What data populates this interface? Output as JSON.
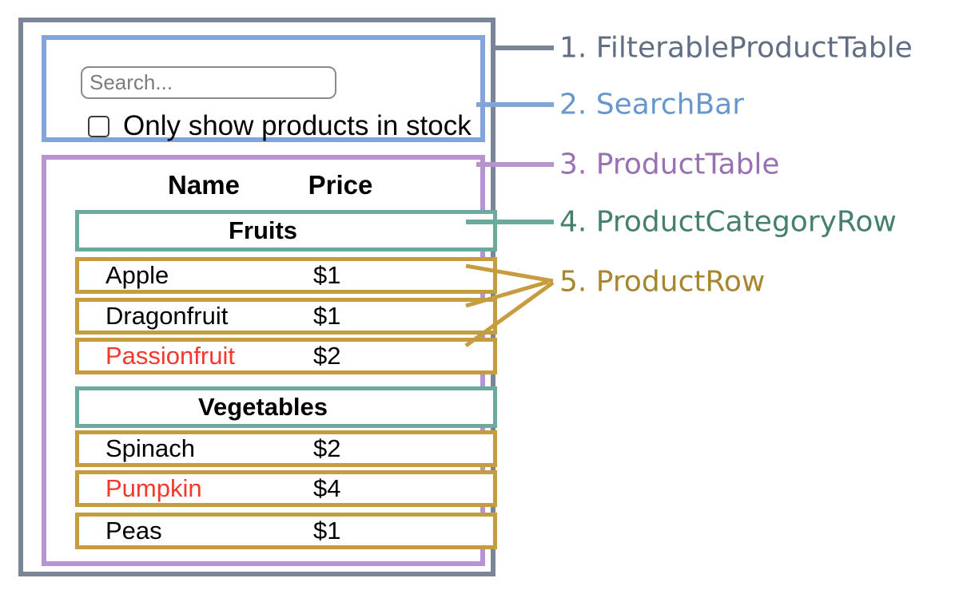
{
  "figure": {
    "description": "React component hierarchy diagram of a filterable product table mock UI with numbered legend labels",
    "legend_labels": [
      {
        "text": "1. FilterableProductTable",
        "color": "#616e84"
      },
      {
        "text": "2. SearchBar",
        "color": "#6897cd"
      },
      {
        "text": "3. ProductTable",
        "color": "#9a70b4"
      },
      {
        "text": "4. ProductCategoryRow",
        "color": "#447f70"
      },
      {
        "text": "5. ProductRow",
        "color": "#a8862f"
      }
    ]
  },
  "search_bar": {
    "placeholder": "Search...",
    "checkbox_label": "Only show products in stock",
    "checkbox_checked": false
  },
  "product_table": {
    "columns": [
      "Name",
      "Price"
    ],
    "sections": [
      {
        "category": "Fruits",
        "products": [
          {
            "name": "Apple",
            "price": "$1",
            "text_color": "#000000"
          },
          {
            "name": "Dragonfruit",
            "price": "$1",
            "text_color": "#000000"
          },
          {
            "name": "Passionfruit",
            "price": "$2",
            "text_color": "#f2392c"
          }
        ]
      },
      {
        "category": "Vegetables",
        "products": [
          {
            "name": "Spinach",
            "price": "$2",
            "text_color": "#000000"
          },
          {
            "name": "Pumpkin",
            "price": "$4",
            "text_color": "#f2392c"
          },
          {
            "name": "Peas",
            "price": "$1",
            "text_color": "#000000"
          }
        ]
      }
    ]
  },
  "colors": {
    "outer_box_border": "#7a8698",
    "search_bar_border": "#82a5d7",
    "product_table_border": "#b793d1",
    "category_row_border": "#6aab9e",
    "product_row_border": "#c69d3e",
    "out_of_stock_text": "#f2392c"
  }
}
